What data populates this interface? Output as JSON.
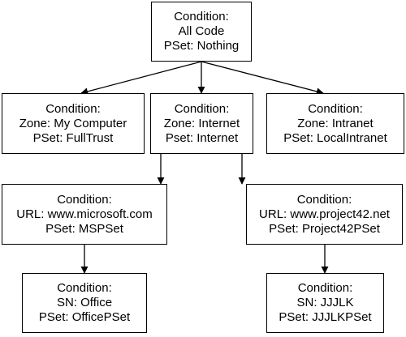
{
  "nodes": {
    "root": {
      "lines": [
        "Condition:",
        "All Code",
        "PSet: Nothing"
      ]
    },
    "zone_mc": {
      "lines": [
        "Condition:",
        "Zone: My Computer",
        "PSet: FullTrust"
      ]
    },
    "zone_inet": {
      "lines": [
        "Condition:",
        "Zone: Internet",
        "Pset: Internet"
      ]
    },
    "zone_intra": {
      "lines": [
        "Condition:",
        "Zone: Intranet",
        "PSet: LocalIntranet"
      ]
    },
    "url_ms": {
      "lines": [
        "Condition:",
        "URL: www.microsoft.com",
        "PSet: MSPSet"
      ]
    },
    "url_p42": {
      "lines": [
        "Condition:",
        "URL: www.project42.net",
        "PSet: Project42PSet"
      ]
    },
    "sn_office": {
      "lines": [
        "Condition:",
        "SN: Office",
        "PSet: OfficePSet"
      ]
    },
    "sn_jjjlk": {
      "lines": [
        "Condition:",
        "SN: JJJLK",
        "PSet: JJJLKPSet"
      ]
    }
  },
  "colors": {
    "line": "#000000",
    "background": "#ffffff"
  }
}
